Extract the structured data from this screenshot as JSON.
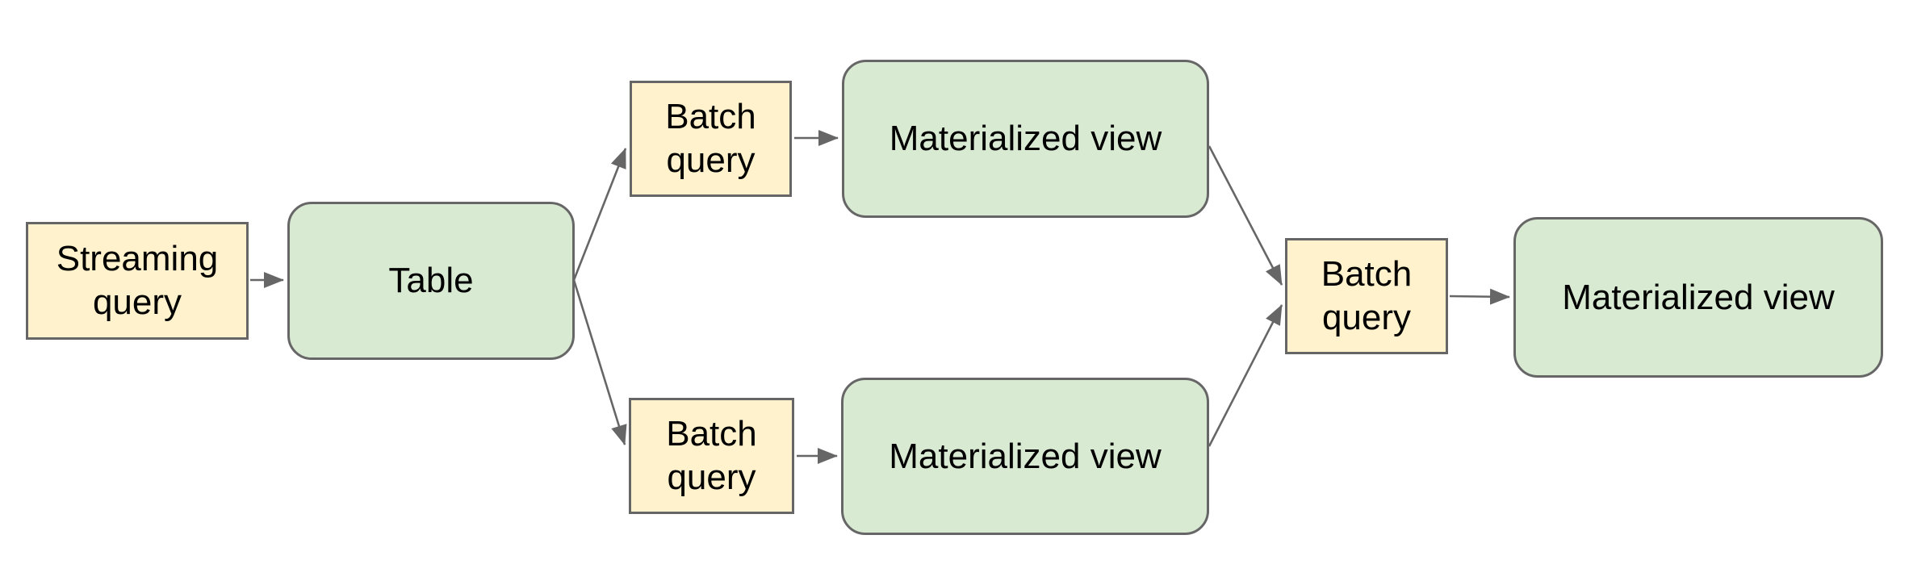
{
  "diagram": {
    "type": "flowchart",
    "background": "#ffffff",
    "colors": {
      "query_fill": "#fff2cc",
      "table_view_fill": "#d9ead3",
      "border": "#666666",
      "arrow": "#666666",
      "text": "#000000"
    },
    "nodes": [
      {
        "id": "streaming-query",
        "label": "Streaming query",
        "shape": "rectangle",
        "fill": "#fff2cc"
      },
      {
        "id": "table",
        "label": "Table",
        "shape": "rounded-rectangle",
        "fill": "#d9ead3"
      },
      {
        "id": "batch-query-top",
        "label": "Batch query",
        "shape": "rectangle",
        "fill": "#fff2cc"
      },
      {
        "id": "materialized-view-top",
        "label": "Materialized view",
        "shape": "rounded-rectangle",
        "fill": "#d9ead3"
      },
      {
        "id": "batch-query-bottom",
        "label": "Batch query",
        "shape": "rectangle",
        "fill": "#fff2cc"
      },
      {
        "id": "materialized-view-bottom",
        "label": "Materialized view",
        "shape": "rounded-rectangle",
        "fill": "#d9ead3"
      },
      {
        "id": "batch-query-final",
        "label": "Batch query",
        "shape": "rectangle",
        "fill": "#fff2cc"
      },
      {
        "id": "materialized-view-final",
        "label": "Materialized view",
        "shape": "rounded-rectangle",
        "fill": "#d9ead3"
      }
    ],
    "edges": [
      {
        "from": "streaming-query",
        "to": "table"
      },
      {
        "from": "table",
        "to": "batch-query-top"
      },
      {
        "from": "table",
        "to": "batch-query-bottom"
      },
      {
        "from": "batch-query-top",
        "to": "materialized-view-top"
      },
      {
        "from": "batch-query-bottom",
        "to": "materialized-view-bottom"
      },
      {
        "from": "materialized-view-top",
        "to": "batch-query-final"
      },
      {
        "from": "materialized-view-bottom",
        "to": "batch-query-final"
      },
      {
        "from": "batch-query-final",
        "to": "materialized-view-final"
      }
    ]
  }
}
